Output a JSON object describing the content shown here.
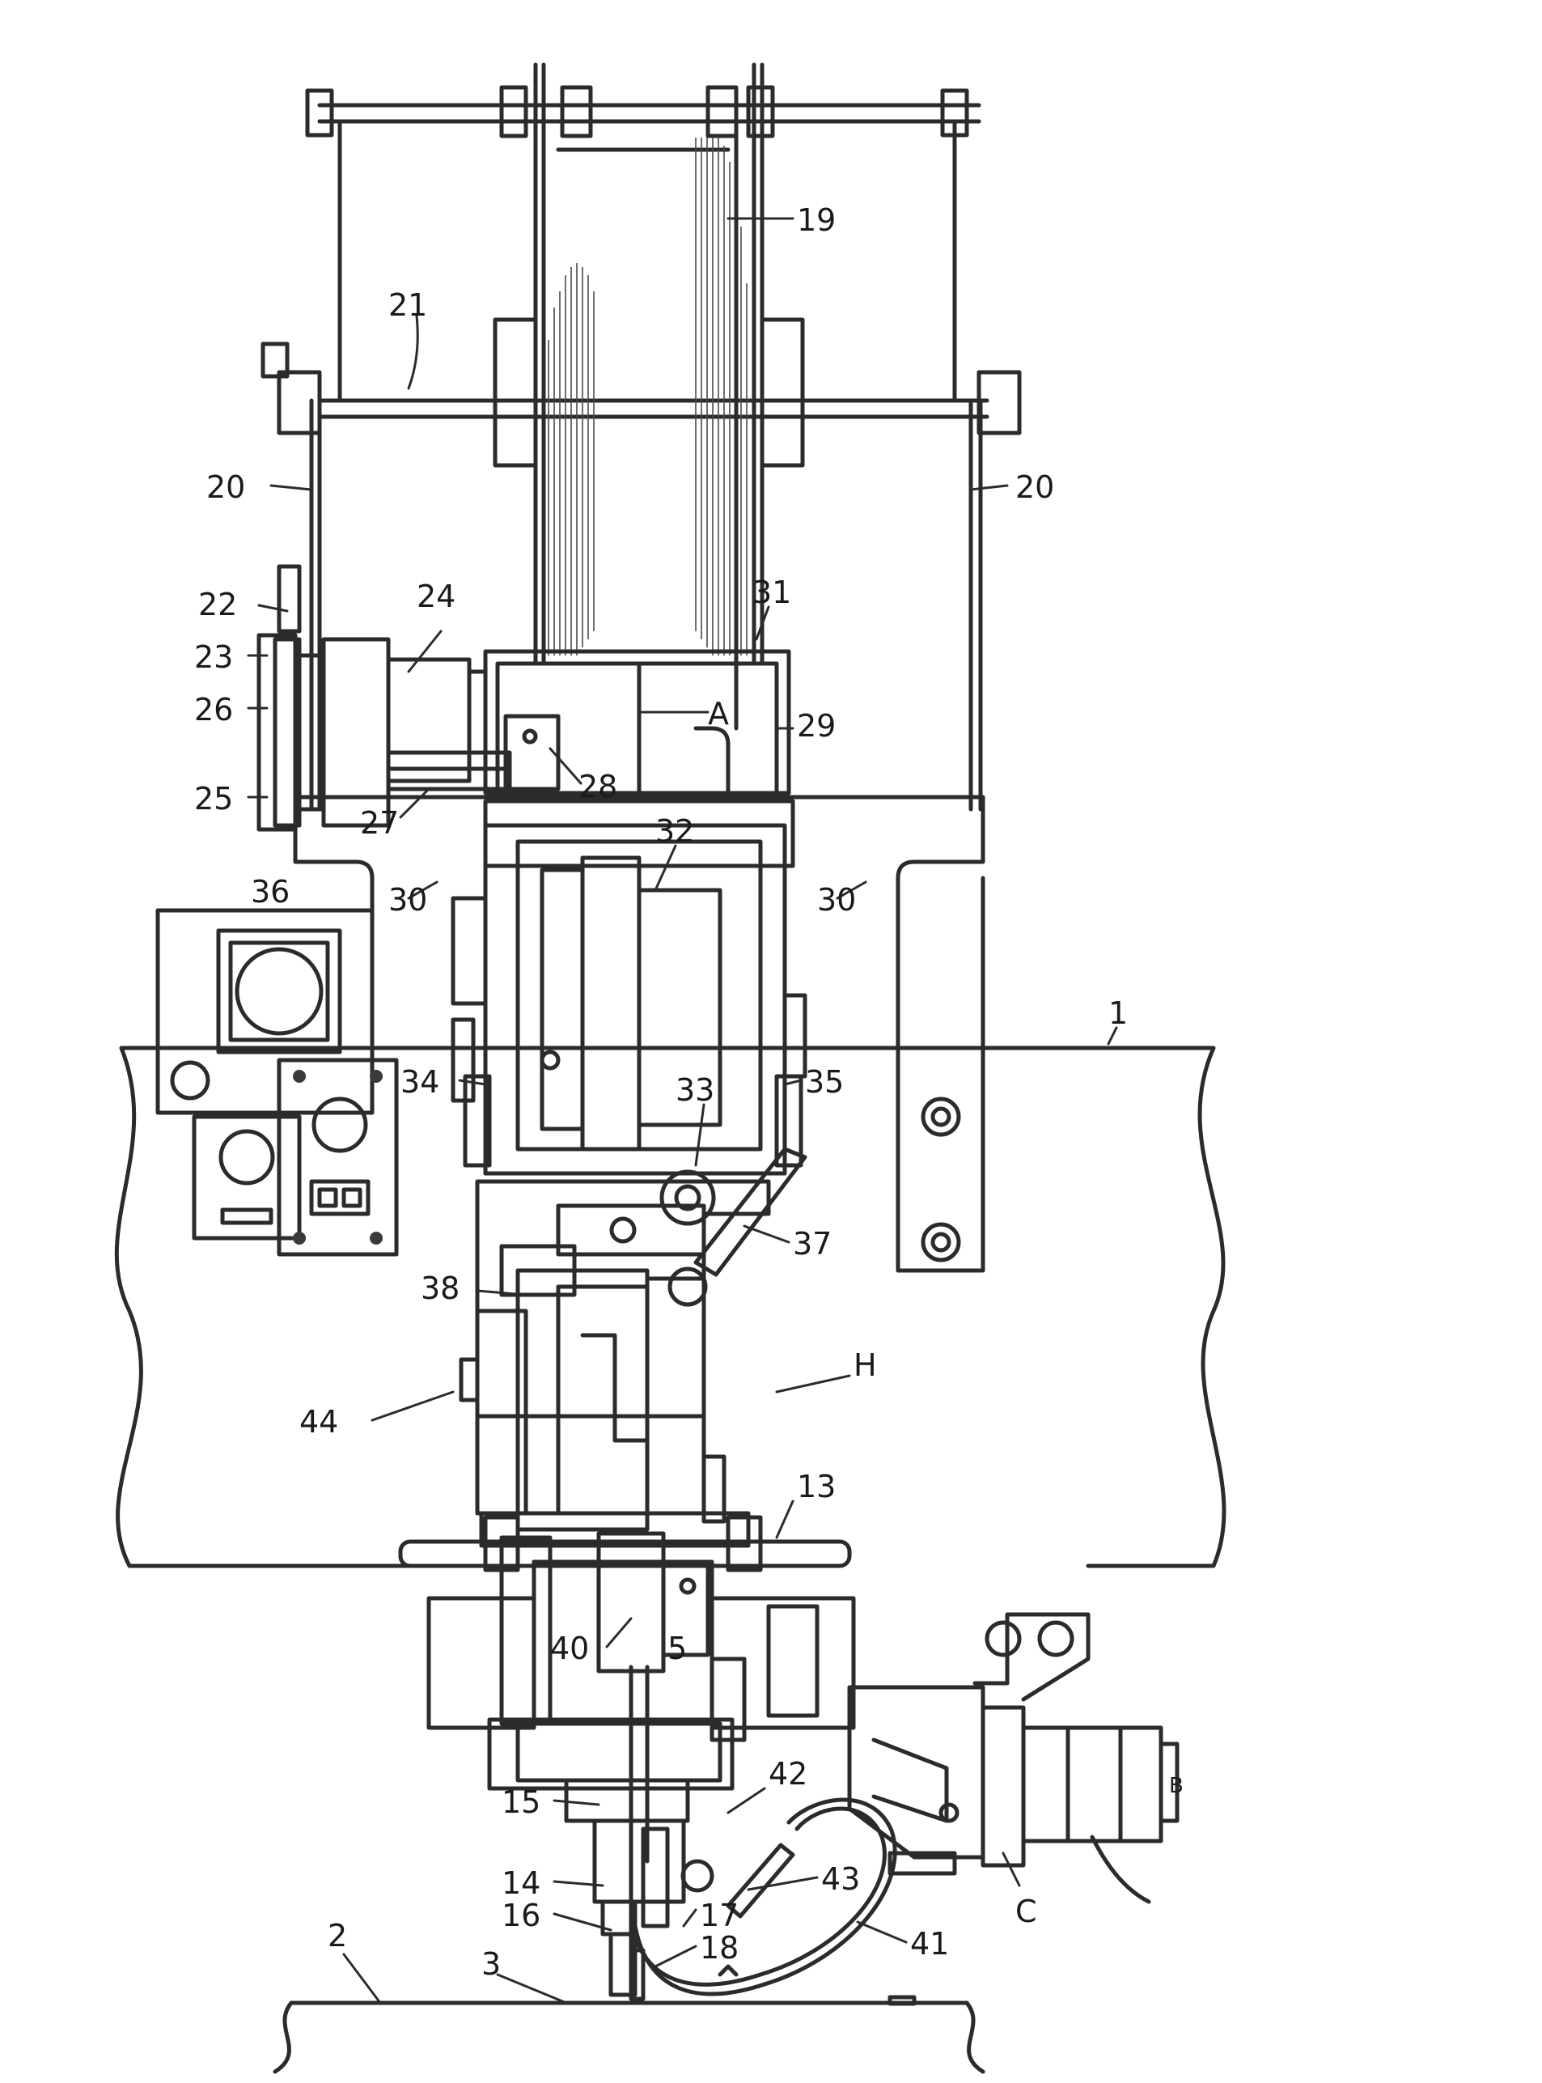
{
  "figure": {
    "labels": [
      "19",
      "21",
      "20",
      "20",
      "22",
      "24",
      "31",
      "23",
      "26",
      "A",
      "29",
      "28",
      "25",
      "27",
      "36",
      "32",
      "30",
      "30",
      "1",
      "34",
      "33",
      "35",
      "37",
      "38",
      "H",
      "44",
      "13",
      "40",
      "5",
      "42",
      "15",
      "43",
      "14",
      "17",
      "41",
      "16",
      "C",
      "18",
      "2",
      "3",
      "B"
    ]
  }
}
